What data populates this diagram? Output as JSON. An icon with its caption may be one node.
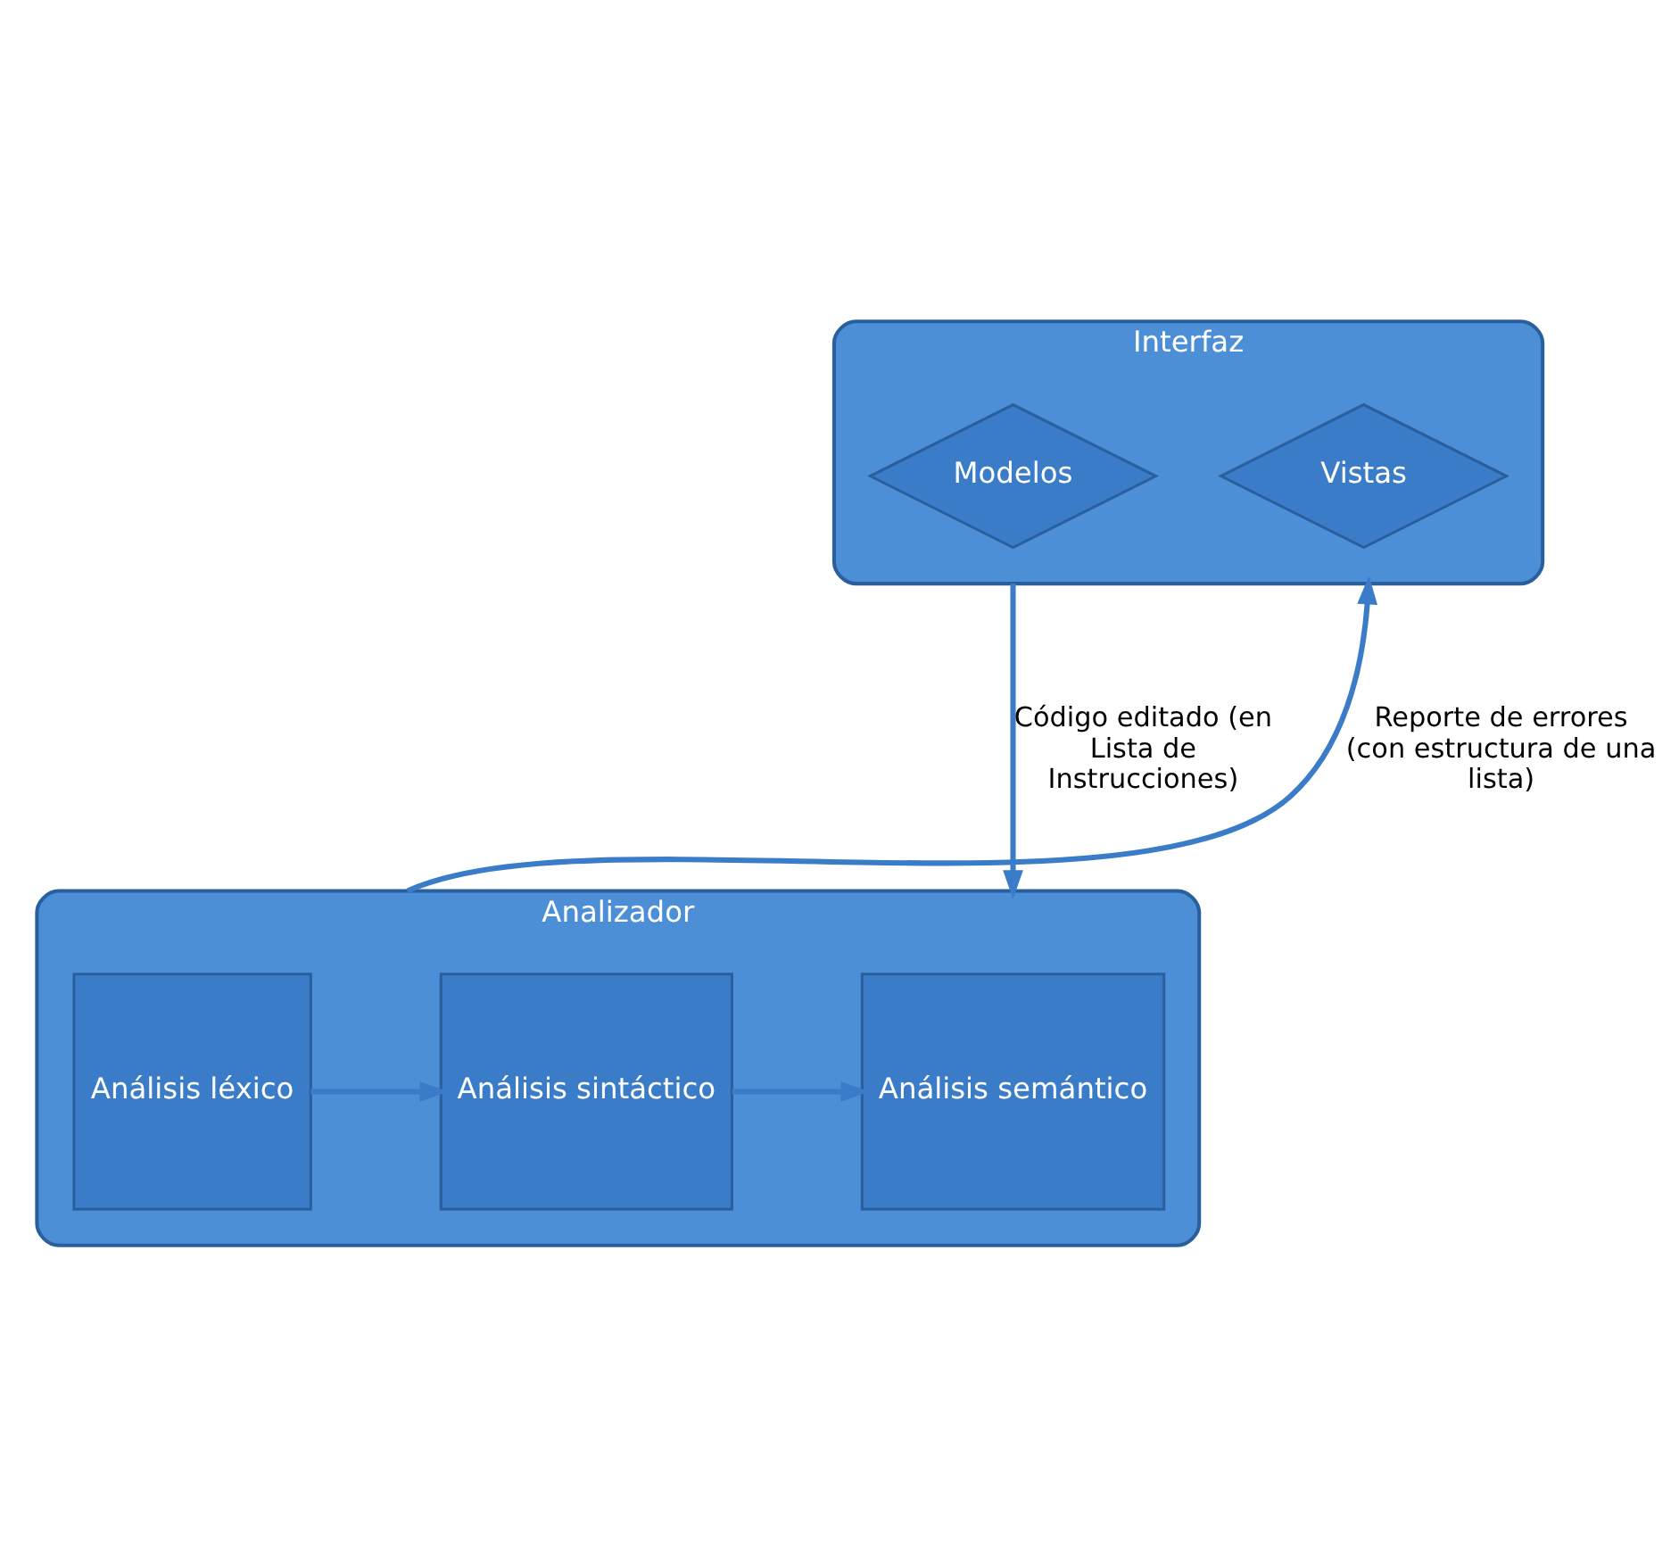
{
  "diagram": {
    "nodes": [
      {
        "text": [
          "Interfaz"
        ]
      },
      {
        "text": [
          "Vistas"
        ],
        "in": 0
      },
      {
        "text": [
          "Modelos"
        ],
        "in": 0
      },
      {
        "text": [
          "Analizador"
        ]
      },
      {
        "text": [
          "Análisis léxico"
        ],
        "in": 3
      },
      {
        "text": [
          "Análisis sintáctico"
        ],
        "in": 3
      },
      {
        "text": [
          "Análisis semántico"
        ],
        "in": 3
      }
    ],
    "edges": [
      {
        "from": 0,
        "to": 3,
        "arrow": "to",
        "label": "Código editado (en Lista de Instrucciones)"
      },
      {
        "from": 3,
        "to": 0,
        "arrow": "to",
        "label": "Reporte de errores (con estructura de una lista)"
      },
      {
        "from": 4,
        "to": 5,
        "arrow": "to"
      },
      {
        "from": 5,
        "to": 6,
        "arrow": "to"
      }
    ]
  }
}
